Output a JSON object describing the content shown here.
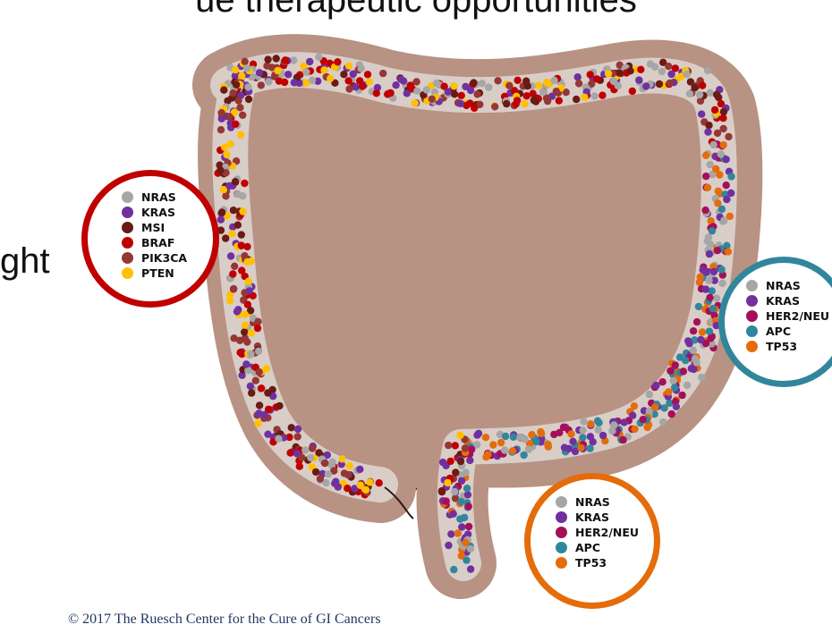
{
  "slide": {
    "title": "ue therapeutic opportunities",
    "side_text": "ght",
    "copyright": "© 2017 The Ruesch Center for the Cure of GI Cancers"
  },
  "colors": {
    "tissue": "#b89283",
    "tissue_outline": "#2a1a14",
    "lumen": "#d9cdc8",
    "legend_red": "#c00000",
    "legend_teal": "#31869b",
    "legend_orange": "#e46c0a"
  },
  "legends": {
    "right_colon": {
      "ring_color": "#c00000",
      "items": [
        {
          "label": "NRAS",
          "color": "#a6a6a6"
        },
        {
          "label": "KRAS",
          "color": "#7030a0"
        },
        {
          "label": "MSI",
          "color": "#6b1a14"
        },
        {
          "label": "BRAF",
          "color": "#c00000"
        },
        {
          "label": "PIK3CA",
          "color": "#953735"
        },
        {
          "label": "PTEN",
          "color": "#ffc000"
        }
      ]
    },
    "left_colon": {
      "ring_color": "#31869b",
      "items": [
        {
          "label": "NRAS",
          "color": "#a6a6a6"
        },
        {
          "label": "KRAS",
          "color": "#7030a0"
        },
        {
          "label": "HER2/NEU",
          "color": "#a50f5a"
        },
        {
          "label": "APC",
          "color": "#31869b"
        },
        {
          "label": "TP53",
          "color": "#e46c0a"
        }
      ]
    },
    "rectum": {
      "ring_color": "#e46c0a",
      "items": [
        {
          "label": "NRAS",
          "color": "#a6a6a6"
        },
        {
          "label": "KRAS",
          "color": "#7030a0"
        },
        {
          "label": "HER2/NEU",
          "color": "#a50f5a"
        },
        {
          "label": "APC",
          "color": "#31869b"
        },
        {
          "label": "TP53",
          "color": "#e46c0a"
        }
      ]
    }
  }
}
